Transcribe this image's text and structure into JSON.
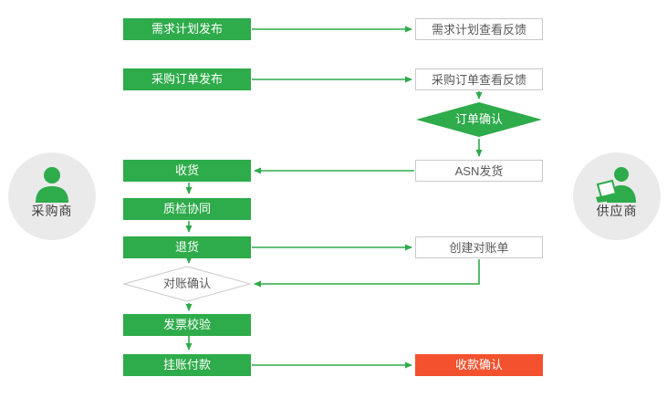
{
  "actors": {
    "buyer": {
      "label": "采购商"
    },
    "supplier": {
      "label": "供应商"
    }
  },
  "nodes": {
    "demand_plan_publish": {
      "label": "需求计划发布",
      "style": "green-box"
    },
    "demand_plan_feedback": {
      "label": "需求计划查看反馈",
      "style": "white-box"
    },
    "po_publish": {
      "label": "采购订单发布",
      "style": "green-box"
    },
    "po_feedback": {
      "label": "采购订单查看反馈",
      "style": "white-box"
    },
    "order_confirm": {
      "label": "订单确认",
      "style": "green-diamond"
    },
    "receive_goods": {
      "label": "收货",
      "style": "green-box"
    },
    "asn_ship": {
      "label": "ASN发货",
      "style": "white-box"
    },
    "quality_check": {
      "label": "质检协同",
      "style": "green-box"
    },
    "return_goods": {
      "label": "退货",
      "style": "green-box"
    },
    "create_statement": {
      "label": "创建对账单",
      "style": "white-box"
    },
    "reconcile_confirm": {
      "label": "对账确认",
      "style": "white-diamond"
    },
    "invoice_verify": {
      "label": "发票校验",
      "style": "green-box"
    },
    "payment": {
      "label": "挂账付款",
      "style": "green-box"
    },
    "receipt_confirm": {
      "label": "收款确认",
      "style": "red-box"
    }
  },
  "edges": [
    {
      "from": "demand_plan_publish",
      "to": "demand_plan_feedback"
    },
    {
      "from": "po_publish",
      "to": "po_feedback"
    },
    {
      "from": "po_feedback",
      "to": "order_confirm"
    },
    {
      "from": "order_confirm",
      "to": "asn_ship"
    },
    {
      "from": "asn_ship",
      "to": "receive_goods"
    },
    {
      "from": "receive_goods",
      "to": "quality_check"
    },
    {
      "from": "quality_check",
      "to": "return_goods"
    },
    {
      "from": "return_goods",
      "to": "create_statement"
    },
    {
      "from": "return_goods",
      "to": "reconcile_confirm"
    },
    {
      "from": "create_statement",
      "to": "reconcile_confirm"
    },
    {
      "from": "reconcile_confirm",
      "to": "invoice_verify"
    },
    {
      "from": "invoice_verify",
      "to": "payment"
    },
    {
      "from": "payment",
      "to": "receipt_confirm"
    }
  ],
  "colors": {
    "green": "#2eab4a",
    "red": "#f4512e",
    "box-border": "#c9c9c9",
    "box-text": "#595959",
    "circle-bg": "#eaeaea",
    "actor-text": "#3c3c3c"
  }
}
